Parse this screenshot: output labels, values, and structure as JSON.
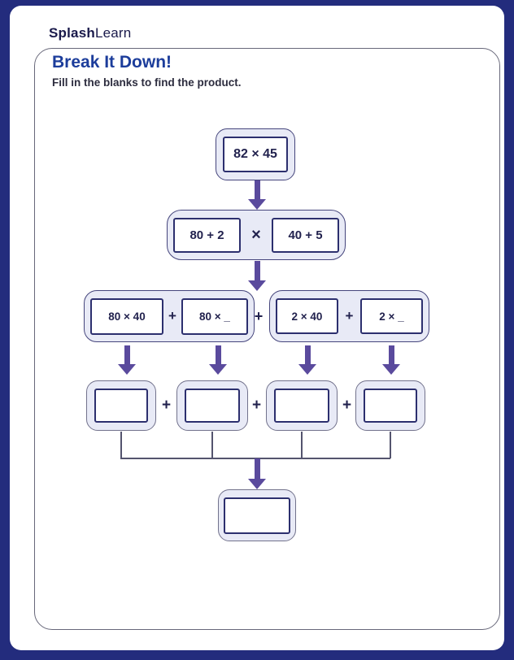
{
  "header": {
    "logo_bold": "Splash",
    "logo_regular": "Learn"
  },
  "worksheet": {
    "title": "Break It Down!",
    "instruction": "Fill in the blanks to find the product."
  },
  "diagram": {
    "level1": {
      "expression": "82 × 45"
    },
    "level2": {
      "left": "80 + 2",
      "operator": "×",
      "right": "40 + 5"
    },
    "level3": {
      "left_group": {
        "first": "80 × 40",
        "operator": "+",
        "second": "80 × _"
      },
      "between_operator": "+",
      "right_group": {
        "first": "2 × 40",
        "operator": "+",
        "second": "2 × _"
      }
    },
    "level4": {
      "operators": [
        "+",
        "+",
        "+"
      ],
      "answer_boxes": 4
    },
    "level5": {
      "answer_boxes": 1
    }
  },
  "colors": {
    "frame_border": "#232c7d",
    "title_blue": "#1c3d9b",
    "text_dark": "#2c2c3e",
    "container_fill": "#e8eaf6",
    "container_border": "#45457c",
    "box_border": "#2c2f6e",
    "box_text": "#22224e",
    "arrow_purple": "#5a4a9d",
    "connector_line": "#54546e"
  }
}
